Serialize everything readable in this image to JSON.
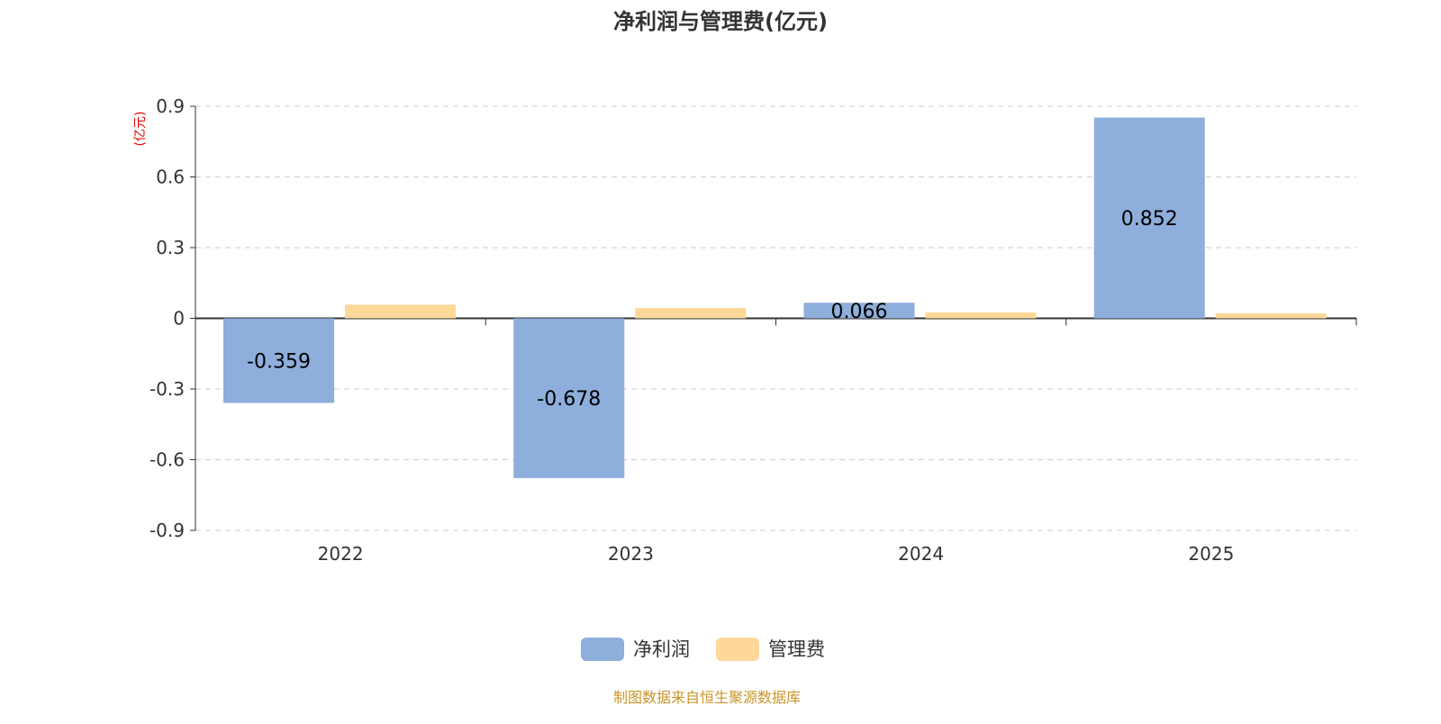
{
  "chart_data": {
    "type": "bar",
    "title": "净利润与管理费(亿元)",
    "ylabel": "(亿元)",
    "categories": [
      "2022",
      "2023",
      "2024",
      "2025"
    ],
    "series": [
      {
        "name": "净利润",
        "color": "#8eaedb",
        "values": [
          -0.359,
          -0.678,
          0.066,
          0.852
        ],
        "labels": [
          "-0.359",
          "-0.678",
          "0.066",
          "0.852"
        ]
      },
      {
        "name": "管理费",
        "color": "#fed899",
        "values": [
          0.058,
          0.044,
          0.025,
          0.021
        ]
      }
    ],
    "ylim": [
      -0.9,
      0.9
    ],
    "yticks": [
      "-0.9",
      "-0.6",
      "-0.3",
      "0",
      "0.3",
      "0.6",
      "0.9"
    ],
    "grid": true,
    "legend": "bottom-center"
  },
  "footer": "制图数据来自恒生聚源数据库"
}
